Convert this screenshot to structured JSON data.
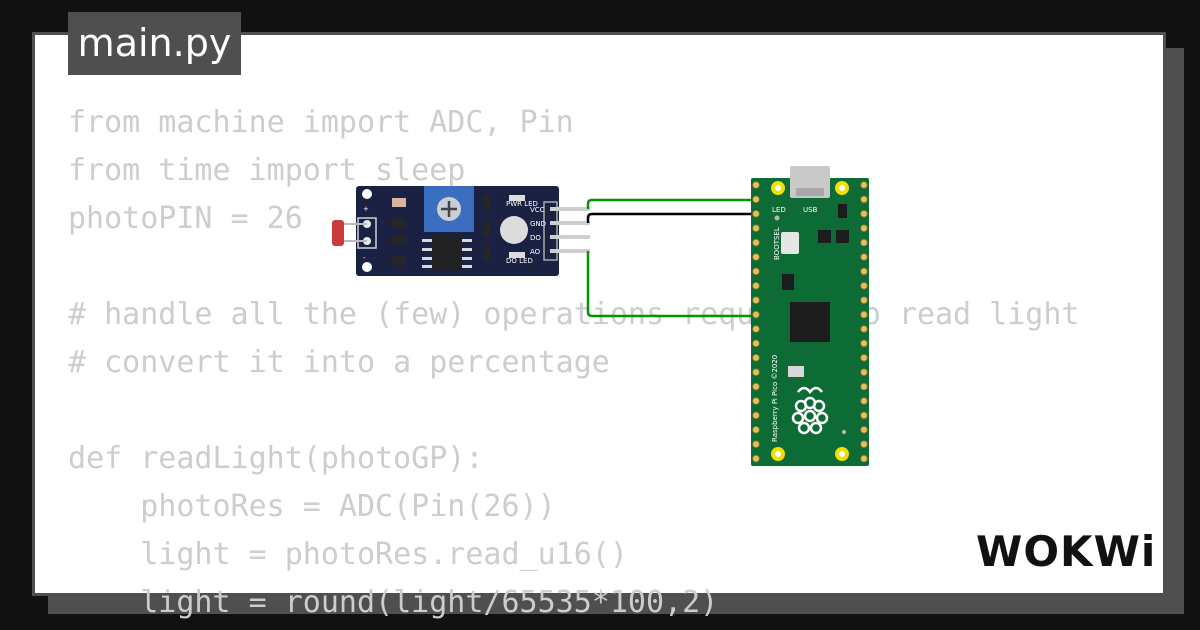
{
  "tab": {
    "filename": "main.py"
  },
  "code": {
    "lines": [
      "from machine import ADC, Pin",
      "from time import sleep",
      "photoPIN = 26",
      "",
      "# handle all the (few) operations required to read light",
      "# convert it into a percentage",
      "",
      "def readLight(photoGP):",
      "    photoRes = ADC(Pin(26))",
      "    light = photoRes.read_u16()",
      "    light = round(light/65535*100,2)"
    ]
  },
  "sensor": {
    "pins": [
      "VCC",
      "GND",
      "DO",
      "AO"
    ],
    "pwr_led": "PWR LED",
    "do_led": "DO LED",
    "plus": "+",
    "minus": "-"
  },
  "pico": {
    "usb": "USB",
    "led": "LED",
    "bootsel": "BOOTSEL",
    "model": "Raspberry Pi Pico ©2020"
  },
  "colors": {
    "sensor_board": "#1a2142",
    "pico_board": "#0d6b35",
    "wire_green": "#079107",
    "wire_black": "#000000",
    "code_text": "#cdcdcd",
    "frame": "#4f4f4f"
  },
  "logo": {
    "text": "WOKWi"
  }
}
